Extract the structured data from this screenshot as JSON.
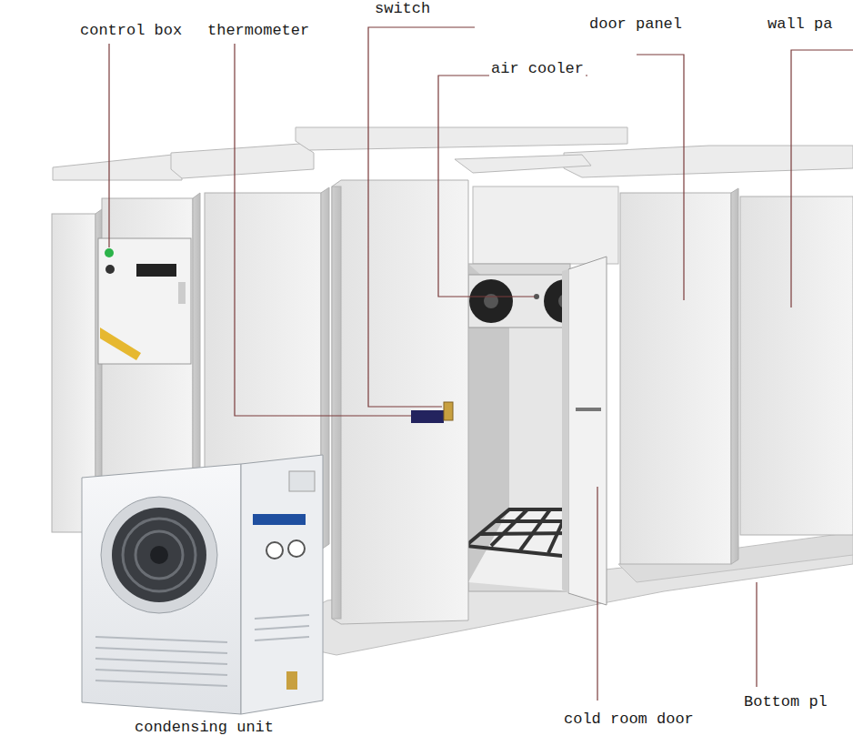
{
  "diagram": {
    "labels": [
      "switch",
      "control box",
      "thermometer",
      "door panel",
      "wall pa",
      "air cooler",
      "Bottom pl",
      "cold room door",
      "condensing unit"
    ]
  }
}
